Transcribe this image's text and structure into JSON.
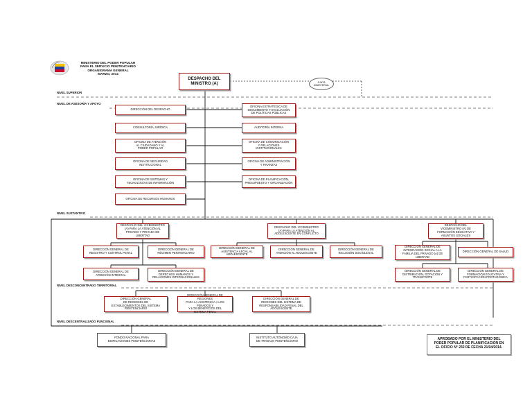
{
  "header": {
    "title": "MINISTERIO DEL PODER POPULAR\nPARA EL SERVICIO PENITENCIARIO\nORGANIGRAMA GENERAL\nMARZO, 2014"
  },
  "levels": {
    "superior": "NIVEL SUPERIOR",
    "asesoria": "NIVEL DE ASESORÍA Y APOYO",
    "sustantivo": "NIVEL SUSTANTIVO",
    "desconcentrado": "NIVEL DESCONCENTRADO TERRITORIAL",
    "descentralizado": "NIVEL DESCENTRALIZADO FUNCIONAL"
  },
  "despacho": "DESPACHO DEL\nMINISTRO (A)",
  "junta": "JUNTA\nMINISTERIAL",
  "staff_left": [
    "DIRECCIÓN DEL DESPACHO",
    "CONSULTORÍA JURÍDICA",
    "OFICINA DE ATENCIÓN\nAL CIUDADANO Y AL\nPODER POPULAR",
    "OFICINA DE SEGURIDAD\nINSTITUCIONAL",
    "OFICINA DE SISTEMAS Y\nTECNOLOGÍAS DE INFORMACIÓN",
    "OFICINA DE RECURSOS HUMANOS"
  ],
  "staff_right": [
    "OFICINA ESTRATÉGICA DE\nSEGUIMIENTO Y EVALUACIÓN\nDE POLÍTICAS PÚBLICAS",
    "AUDITORÍA INTERNA",
    "OFICINA DE COMUNICACIÓN\nY RELACIONES\nINSTITUCIONALES",
    "OFICINA DE ADMINISTRACIÓN\nY FINANZAS",
    "OFICINA DE PLANIFICACIÓN,\nPRESUPUESTO Y ORGANIZACIÓN"
  ],
  "vice1": {
    "title": "DESPACHO DEL VICEMINISTRO\n(A) PARA LA ATENCIÓN AL\nPRIVADO Y PRIVADA DE\nLIBERTAD",
    "items": [
      "DIRECCIÓN GENERAL DE\nREGISTRO Y CONTROL PENAL",
      "DIRECCIÓN GENERAL DE\nRÉGIMEN PENITENCIARIO",
      "DIRECCIÓN GENERAL DE\nATENCIÓN INTEGRAL",
      "DIRECCIÓN GENERAL DE\nDERECHOS HUMANOS Y\nRELACIONES INTERNACIONALES"
    ]
  },
  "vice2": {
    "title": "DESPACHO DEL VICEMINISTRO\n(A) PARA LA ATENCIÓN AL\nADOLESCENTE EN CONFLICTO",
    "items": [
      "DIRECCIÓN GENERAL DE\nASISTENCIA LEGAL AL\nADOLESCENTE",
      "DIRECCIÓN GENERAL DE\nATENCIÓN AL ADOLESCENTE",
      "DIRECCIÓN GENERAL DE\nINCLUSIÓN SOCIOLEGAL"
    ]
  },
  "vice3": {
    "title": "DESPACHO DEL\nVICEMINISTRO (A) DE\nFORMACIÓN EDUCATIVA Y\nASUNTOS SOCIALES",
    "items": [
      "DIRECCIÓN GENERAL DE\nINTEGRACIÓN SOCIAL A LA\nFAMILIA DEL PRIVADO (A) DE\nLIBERTAD",
      "DIRECCIÓN GENERAL DE SALUD",
      "DIRECCIÓN GENERAL DE\nDISTRIBUCIÓN, DOTACIÓN Y\nTRANSPORTE",
      "DIRECCIÓN GENERAL DE\nFORMACIÓN EDUCATIVA Y\nPARTICIPACIÓN PROTAGÓNICA"
    ]
  },
  "desconcentrado": [
    "DIRECCIÓN GENERAL\nDE REGIONES DE\nESTABLECIMIENTOS DEL SISTEMA\nPENITENCIARIO",
    "DIRECCIÓN GENERAL DE REGIONES\nPARA LA ASISTENCIA A LOS\nPENADOS Y\nY LOS BENEFICIOS DEL\nSISTEMA PENAL",
    "DIRECCIÓN GENERAL DE\nREGIONES DEL SISTEMA DE\nRESPONSABILIDAD PENAL DEL\nADOLESCENTE"
  ],
  "descentralizado": [
    "FONDO NACIONAL PARA\nEDIFICACIONES PENITENCIARIAS",
    "INSTITUTO AUTÓNOMO CAJA\nDE TRABAJO PENITENCIARIO"
  ],
  "approval": "APROBADO POR EL MINISTERIO DEL\nPODER POPULAR DE PLANIFICACIÓN EN\nEL OFICIO N° 232 DE FECHA 21/04/2014.",
  "colors": {
    "border": "#a01818",
    "line": "#111111",
    "dashed": "#555555"
  }
}
